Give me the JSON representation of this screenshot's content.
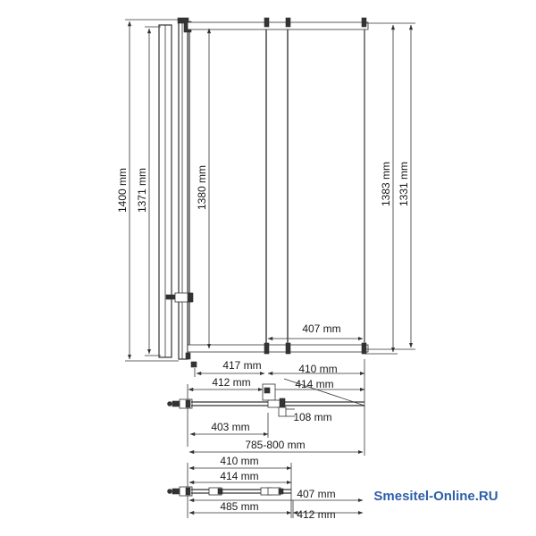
{
  "brand": "Smesitel-Online.RU",
  "dimensions": {
    "front_height": "1400 mm",
    "frame_height": "1371 mm",
    "panel_height": "1380 mm",
    "right_height_1": "1383 mm",
    "right_height_2": "1331 mm",
    "top_right_width": "407 mm",
    "left_width_417": "417 mm",
    "right_width_410": "410 mm",
    "left_width_412": "412 mm",
    "right_width_414": "414 mm",
    "depth_108": "108 mm",
    "width_403": "403 mm",
    "total_width": "785-800 mm",
    "b_width_410": "410 mm",
    "b_width_414": "414 mm",
    "b_width_407": "407 mm",
    "b_width_485": "485 mm",
    "b_width_412": "412 mm"
  }
}
